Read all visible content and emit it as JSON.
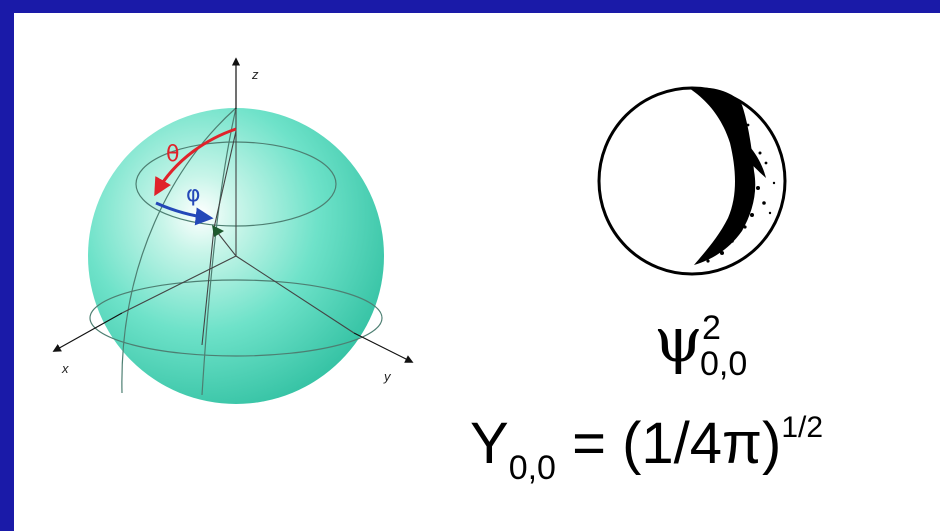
{
  "diagram": {
    "axes": {
      "z": "z",
      "x": "x",
      "y": "y"
    },
    "angles": {
      "theta": "θ",
      "phi": "φ"
    },
    "colors": {
      "frame": "#1a1aa8",
      "sphere": "#5fe0c4",
      "theta_arrow": "#e0222a",
      "phi_arrow": "#2448b8",
      "pointer": "#1d5a2e"
    }
  },
  "psi_label": {
    "symbol": "ψ",
    "superscript": "2",
    "subscript": "0,0"
  },
  "formula": {
    "lhs": "Y",
    "lhs_subscript": "0,0",
    "equals": "=",
    "rhs_base": "(1/4π)",
    "rhs_exponent": "1/2"
  }
}
